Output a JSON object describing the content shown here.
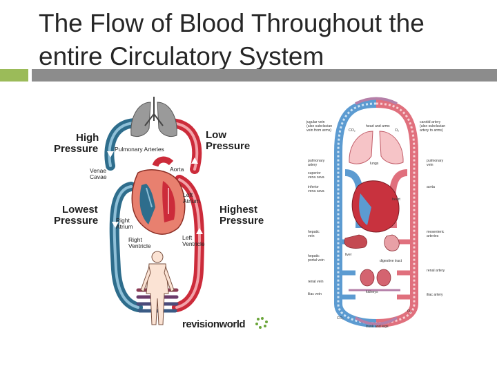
{
  "slide": {
    "title_line1": "The Flow of Blood Throughout the",
    "title_line2": "entire Circulatory System",
    "colors": {
      "accent_bar": "#9bbb59",
      "title_bar": "#8c8c8c",
      "blood_red": "#cc2b3a",
      "blood_blue": "#2e6d8c"
    }
  },
  "left_diagram": {
    "high_pressure_left": [
      "High",
      "Pressure"
    ],
    "low_pressure": [
      "Low",
      "Pressure"
    ],
    "lowest_pressure": [
      "Lowest",
      "Pressure"
    ],
    "highest_pressure": [
      "Highest",
      "Pressure"
    ],
    "pulmonary_arteries": "Pulmonary Arteries",
    "venae_cavae": [
      "Venae",
      "Cavae"
    ],
    "aorta": "Aorta",
    "left_atrium": [
      "Left",
      "Atrium"
    ],
    "right_atrium": [
      "Right",
      "Atrium"
    ],
    "right_ventricle": [
      "Right",
      "Ventricle"
    ],
    "left_ventricle": [
      "Left",
      "Ventricle"
    ],
    "logo_text": "revisionworld"
  },
  "right_diagram": {
    "jugular_vein": [
      "jugular vein",
      "(also subclavian",
      "vein from arms)"
    ],
    "carotid_artery": [
      "carotid artery",
      "(also subclavian",
      "artery to arms)"
    ],
    "head_and_arms": "head and arms",
    "co2": "CO₂",
    "o2": "O₂",
    "lungs": "lungs",
    "pulmonary_artery": [
      "pulmonary",
      "artery"
    ],
    "pulmonary_vein": [
      "pulmonary",
      "vein"
    ],
    "superior_vena_cava": [
      "superior",
      "vena cava"
    ],
    "inferior_vena_cava": [
      "inferior",
      "vena cava"
    ],
    "aorta": "aorta",
    "heart": "heart",
    "hepatic_vein": [
      "hepatic",
      "vein"
    ],
    "mesenteric_arteries": [
      "mesenteric",
      "arteries"
    ],
    "liver": "liver",
    "hepatic_portal_vein": [
      "hepatic",
      "portal vein"
    ],
    "digestive_tract": "digestive tract",
    "renal_vein": "renal vein",
    "renal_artery": "renal artery",
    "kidneys": "kidneys",
    "iliac_vein": "iliac vein",
    "iliac_artery": "iliac artery",
    "trunk_and_legs": "trunk and legs"
  }
}
